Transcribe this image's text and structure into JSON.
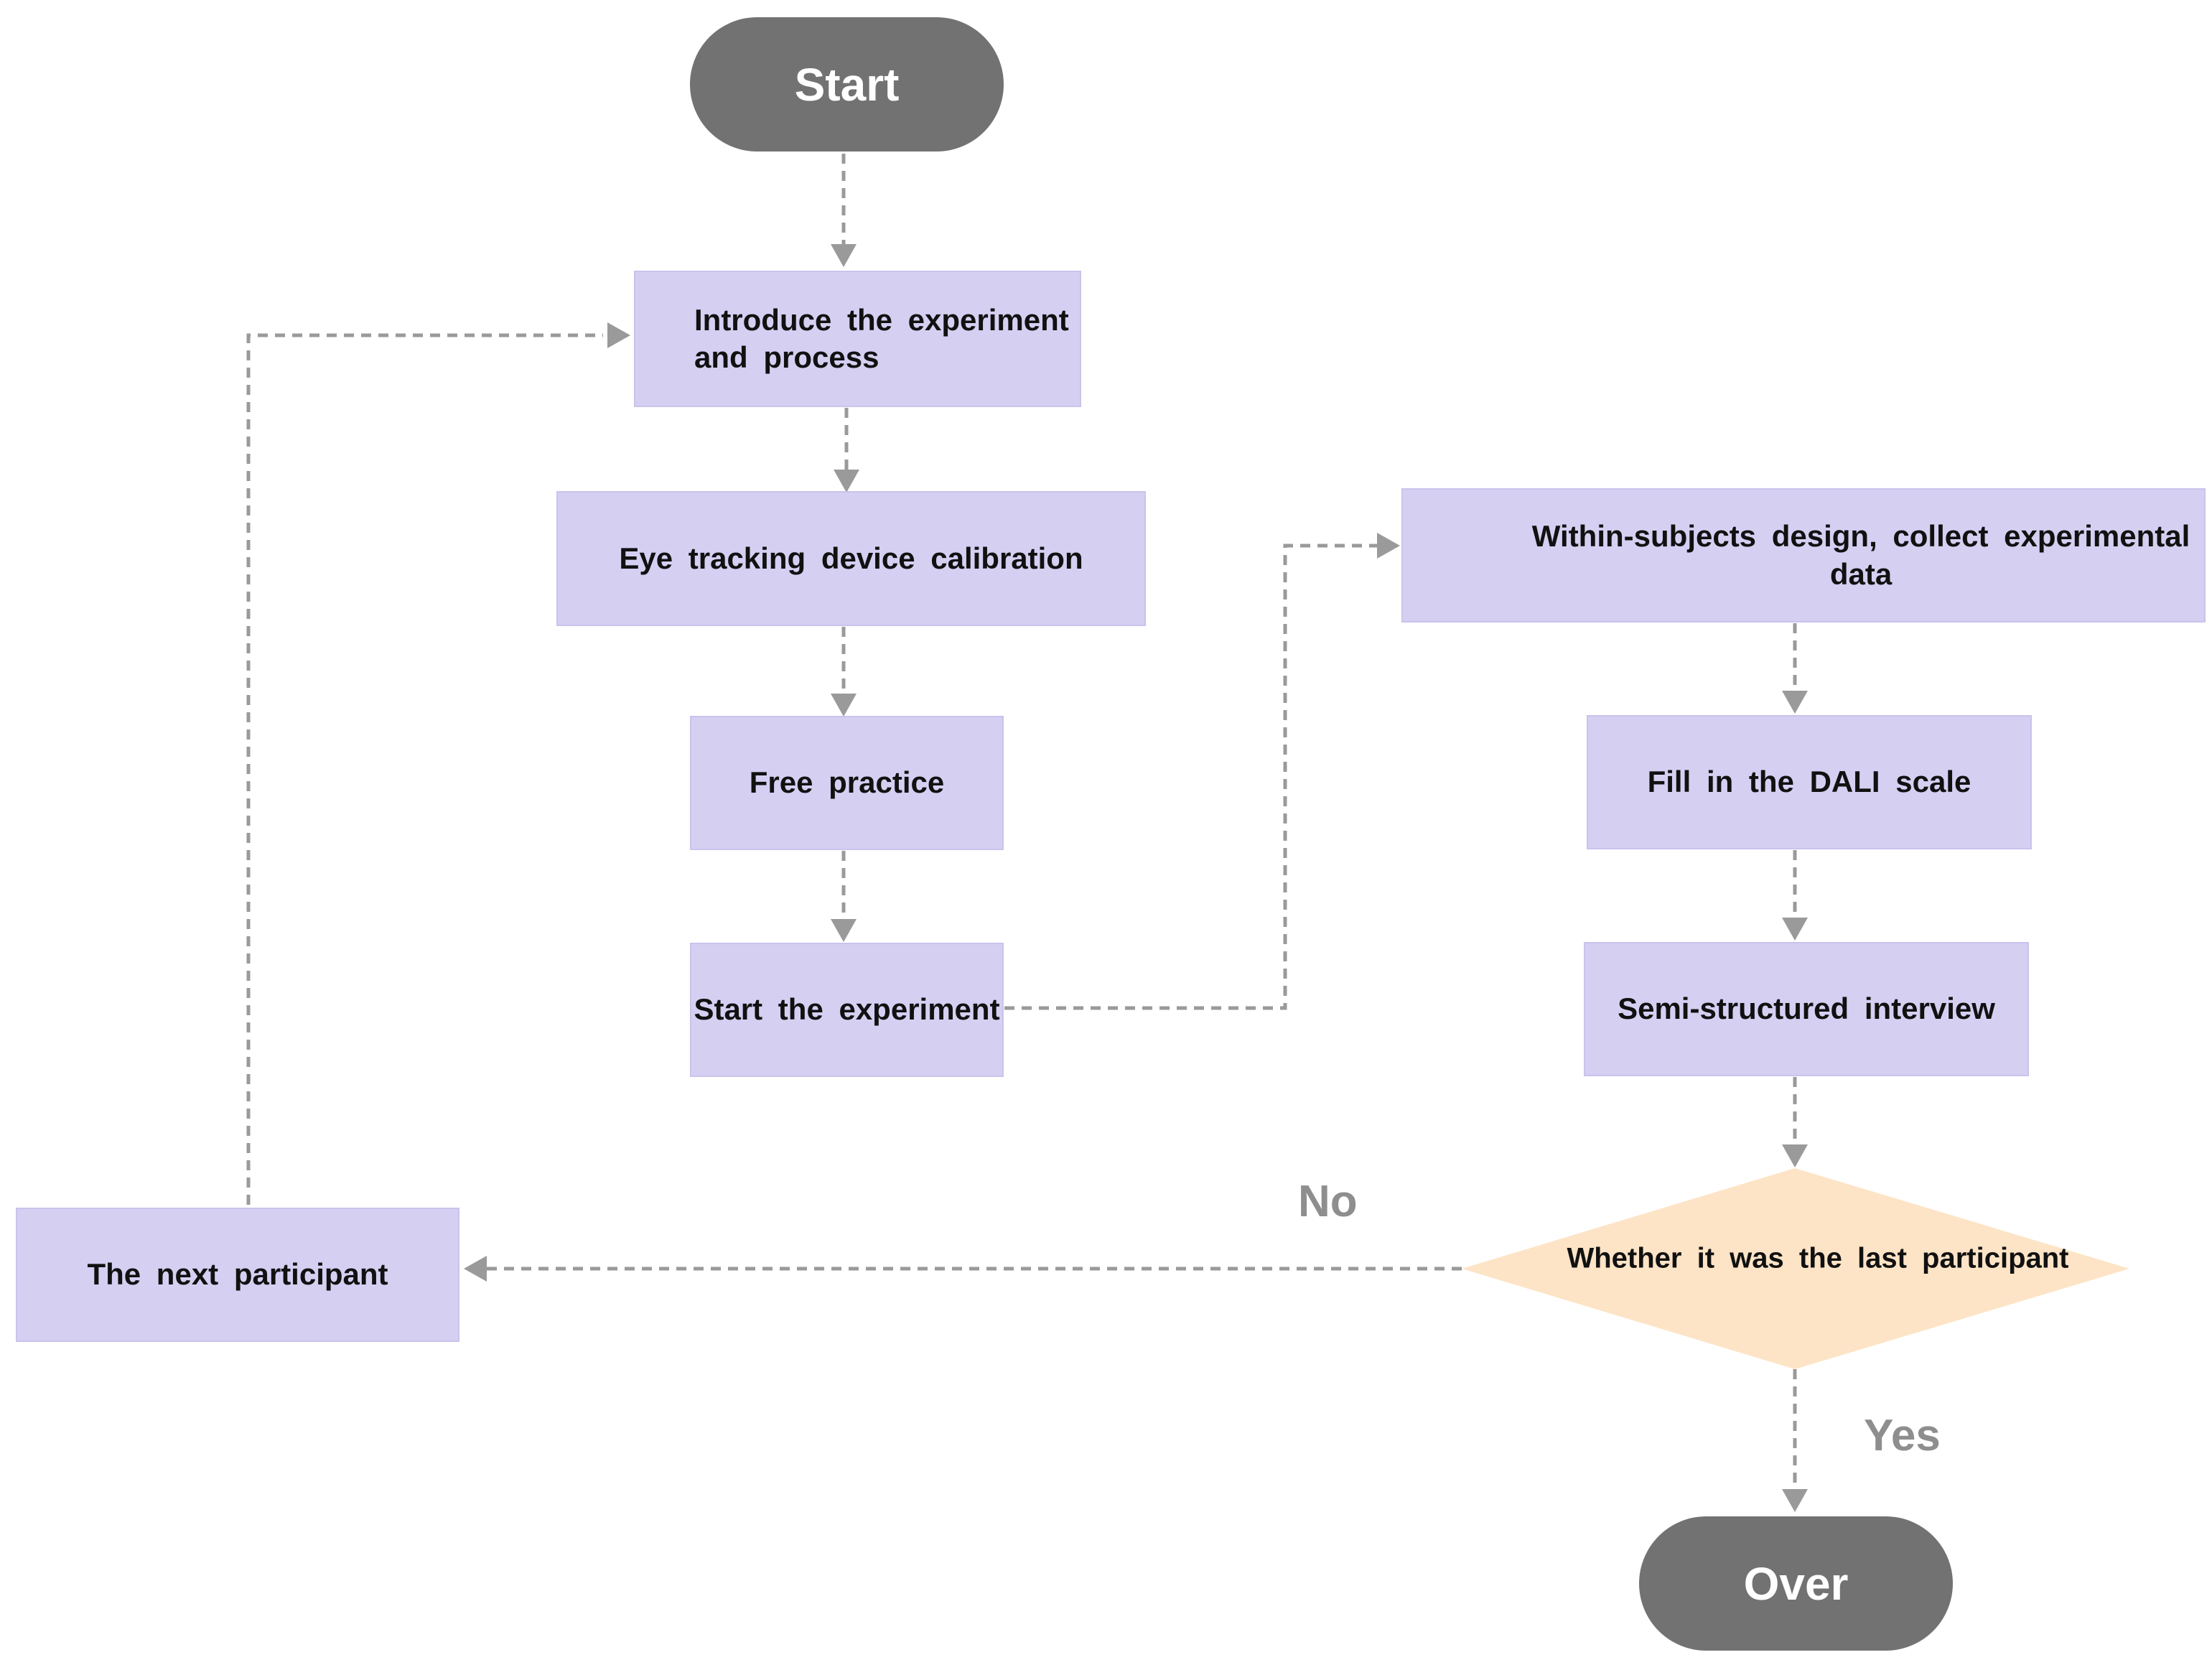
{
  "nodes": {
    "start": "Start",
    "introduce": "Introduce the experiment\nand process",
    "calibration": "Eye tracking device calibration",
    "practice": "Free practice",
    "start_experiment": "Start the experiment",
    "within_subjects": "Within-subjects design, collect experimental data",
    "dali": "Fill in the DALI scale",
    "interview": "Semi-structured interview",
    "decision": "Whether it was the last participant",
    "next_participant": "The next participant",
    "over": "Over"
  },
  "edge_labels": {
    "no": "No",
    "yes": "Yes"
  },
  "colors": {
    "process_fill": "#d5d0f2",
    "terminal_fill": "#727272",
    "decision_fill": "#fde4c6",
    "connector": "#9a9a9a",
    "edge_label": "#8e8e8e"
  }
}
